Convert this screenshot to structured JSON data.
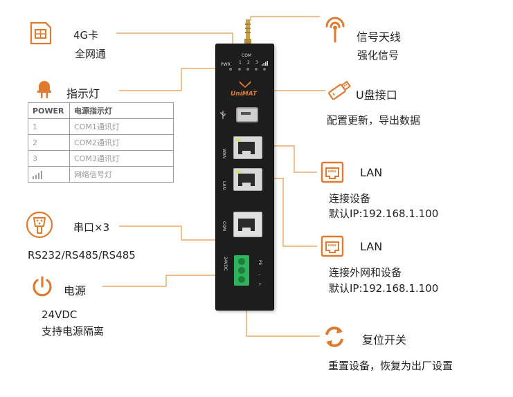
{
  "colors": {
    "accent": "#e07a2e",
    "line": "#e9974b",
    "device": "#1d1d1d",
    "terminal": "#2fb35a"
  },
  "sim": {
    "icon": "sim-card-icon",
    "title": "4G卡",
    "sub": "全网通"
  },
  "indicator": {
    "icon": "indicator-light-icon",
    "title": "指示灯",
    "table_headers": [
      "POWER",
      "电源指示灯"
    ],
    "rows": [
      {
        "key": "1",
        "desc": "COM1通讯灯"
      },
      {
        "key": "2",
        "desc": "COM2通讯灯"
      },
      {
        "key": "3",
        "desc": "COM3通讯灯"
      },
      {
        "key": "",
        "key_icon": "signal-bars-icon",
        "desc": "网络信号灯"
      }
    ]
  },
  "serial": {
    "icon": "serial-port-icon",
    "title": "串口×3",
    "sub": "RS232/RS485/RS485"
  },
  "power": {
    "icon": "power-icon",
    "title": "电源",
    "sub1": "24VDC",
    "sub2": "支持电源隔离"
  },
  "antenna": {
    "icon": "antenna-icon",
    "title": "信号天线",
    "sub": "强化信号"
  },
  "usb": {
    "icon": "usb-drive-icon",
    "title": "U盘接口",
    "sub": "配置更新，导出数据"
  },
  "lan1": {
    "icon": "ethernet-port-icon",
    "title": "LAN",
    "sub1": "连接设备",
    "sub2": "默认IP:192.168.1.100"
  },
  "lan2": {
    "icon": "ethernet-port-icon",
    "title": "LAN",
    "sub1": "连接外网和设备",
    "sub2": "默认IP:192.168.1.100"
  },
  "reset": {
    "icon": "reset-icon",
    "title": "复位开关",
    "sub": "重置设备，恢复为出厂设置"
  },
  "device": {
    "com_top": "COM",
    "pwr": "PWR",
    "led_nums": [
      "1",
      "2",
      "3"
    ],
    "brand": "UniMAT",
    "wan": "WAN",
    "lan": "LAN",
    "com": "COM",
    "vdc": "24VDC",
    "pe": "PE",
    "minus": "-",
    "plus": "+"
  }
}
